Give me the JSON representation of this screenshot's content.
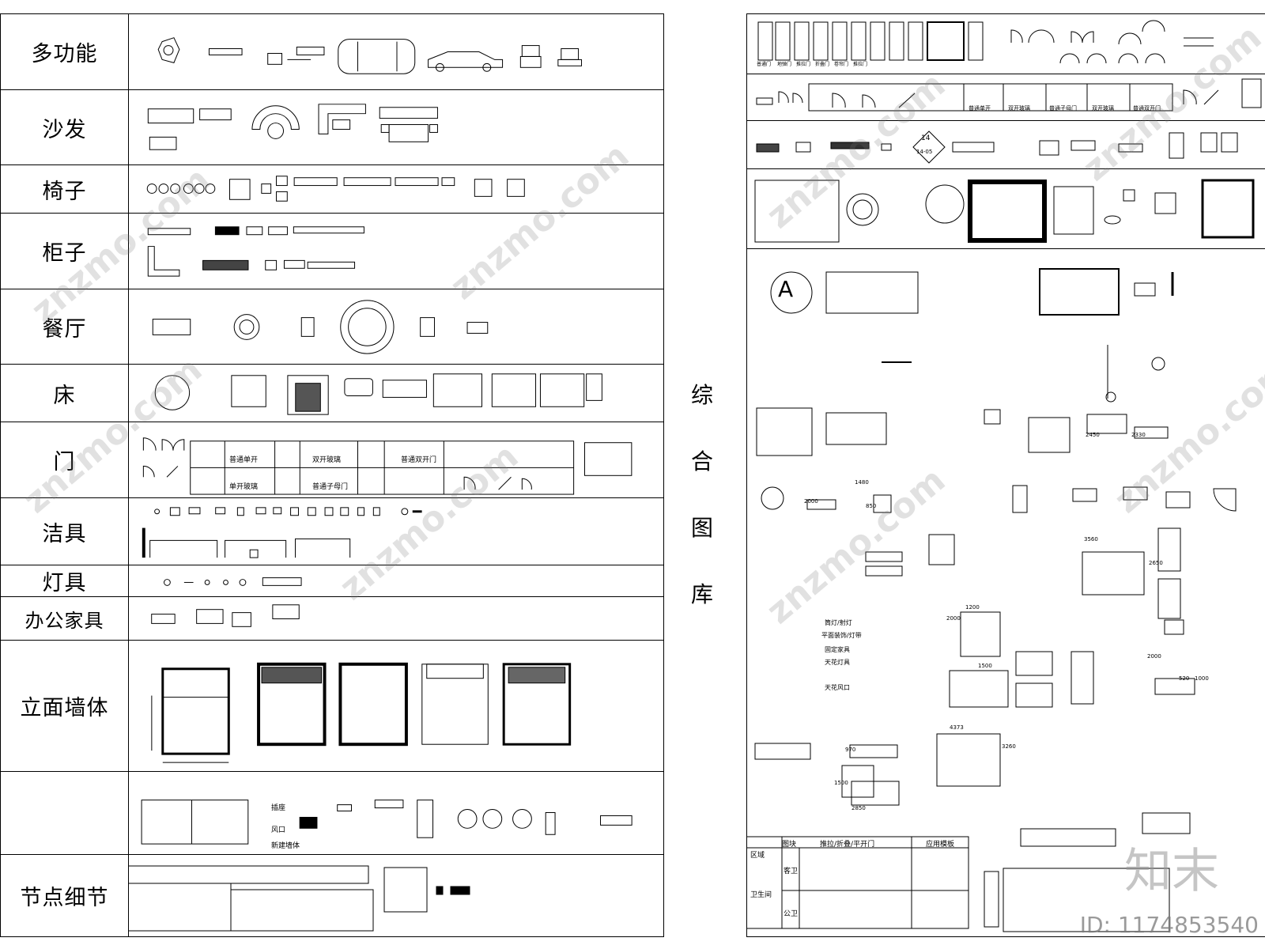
{
  "left_panel": {
    "categories": [
      {
        "label": "多功能"
      },
      {
        "label": "沙发"
      },
      {
        "label": "椅子"
      },
      {
        "label": "柜子"
      },
      {
        "label": "餐厅"
      },
      {
        "label": "床"
      },
      {
        "label": "门"
      },
      {
        "label": "洁具"
      },
      {
        "label": "灯具"
      },
      {
        "label": "办公家具"
      },
      {
        "label": "立面墙体"
      },
      {
        "label": ""
      },
      {
        "label": "节点细节"
      }
    ],
    "door_table": [
      "普通单开",
      "双开玻璃",
      "普通双开门",
      "单开玻璃",
      "普通子母门"
    ],
    "misc_labels": [
      "插座",
      "风口",
      "新建墙体"
    ]
  },
  "center_title": [
    "综",
    "合",
    "图",
    "库"
  ],
  "right_panel": {
    "door_labels": [
      "普通门",
      "地弹门",
      "推拉门",
      "折叠门",
      "卷帘门",
      "推拉门"
    ],
    "door_table2": [
      "普通单开",
      "双开玻璃",
      "普通子母门",
      "双开玻璃",
      "普通双开门"
    ],
    "circle_letter": "A",
    "marker_top": "14",
    "marker_bottom": "14-05",
    "legend": [
      "筒灯/射灯",
      "平面装饰/灯带",
      "固定家具",
      "天花灯具",
      "天花风口"
    ],
    "dims": [
      "2000",
      "1480",
      "850",
      "2450",
      "2330",
      "3560",
      "2650",
      "1200",
      "2000",
      "1500",
      "2000",
      "4373",
      "3260",
      "970",
      "1500",
      "2850",
      "520",
      "1000"
    ],
    "table_headers": [
      "图块",
      "区域",
      "推拉/折叠/平开门",
      "应用模板"
    ],
    "table_rows": [
      "卫生间",
      "客卫",
      "公卫"
    ]
  },
  "watermark": "znzmo.com",
  "brand": "知末",
  "id_text": "ID: 1174853540"
}
